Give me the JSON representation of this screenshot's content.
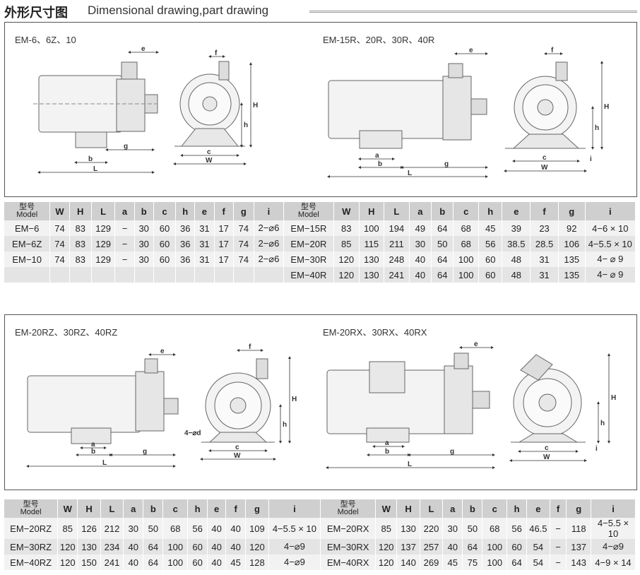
{
  "header": {
    "title_zh": "外形尺寸图",
    "title_en": "Dimensional drawing,part drawing"
  },
  "panels": [
    {
      "label_left": "EM-6、6Z、10",
      "label_right": "EM-15R、20R、30R、40R"
    },
    {
      "label_left": "EM-20RZ、30RZ、40RZ",
      "label_right": "EM-20RX、30RX、40RX"
    }
  ],
  "dim_letters": {
    "e": "e",
    "f": "f",
    "H": "H",
    "h": "h",
    "a": "a",
    "b": "b",
    "g": "g",
    "L": "L",
    "c": "c",
    "W": "W",
    "i": "i",
    "d": "4−⌀d"
  },
  "table_header": {
    "model_zh": "型号",
    "model_en": "Model",
    "cols": [
      "W",
      "H",
      "L",
      "a",
      "b",
      "c",
      "h",
      "e",
      "f",
      "g",
      "i"
    ]
  },
  "table1": {
    "left": [
      [
        "EM−6",
        "74",
        "83",
        "129",
        "−",
        "30",
        "60",
        "36",
        "31",
        "17",
        "74",
        "2−⌀6"
      ],
      [
        "EM−6Z",
        "74",
        "83",
        "129",
        "−",
        "30",
        "60",
        "36",
        "31",
        "17",
        "74",
        "2−⌀6"
      ],
      [
        "EM−10",
        "74",
        "83",
        "129",
        "−",
        "30",
        "60",
        "36",
        "31",
        "17",
        "74",
        "2−⌀6"
      ],
      [
        "",
        "",
        "",
        "",
        "",
        "",
        "",
        "",
        "",
        "",
        "",
        ""
      ]
    ],
    "right": [
      [
        "EM−15R",
        "83",
        "100",
        "194",
        "49",
        "64",
        "68",
        "45",
        "39",
        "23",
        "92",
        "4−6 × 10"
      ],
      [
        "EM−20R",
        "85",
        "115",
        "211",
        "30",
        "50",
        "68",
        "56",
        "38.5",
        "28.5",
        "106",
        "4−5.5 × 10"
      ],
      [
        "EM−30R",
        "120",
        "130",
        "248",
        "40",
        "64",
        "100",
        "60",
        "48",
        "31",
        "135",
        "4− ⌀ 9"
      ],
      [
        "EM−40R",
        "120",
        "130",
        "241",
        "40",
        "64",
        "100",
        "60",
        "48",
        "31",
        "135",
        "4− ⌀ 9"
      ]
    ]
  },
  "table2": {
    "left": [
      [
        "EM−20RZ",
        "85",
        "126",
        "212",
        "30",
        "50",
        "68",
        "56",
        "40",
        "40",
        "109",
        "4−5.5 × 10"
      ],
      [
        "EM−30RZ",
        "120",
        "130",
        "234",
        "40",
        "64",
        "100",
        "60",
        "40",
        "40",
        "120",
        "4−⌀9"
      ],
      [
        "EM−40RZ",
        "120",
        "150",
        "241",
        "40",
        "64",
        "100",
        "60",
        "40",
        "45",
        "128",
        "4−⌀9"
      ]
    ],
    "right": [
      [
        "EM−20RX",
        "85",
        "130",
        "220",
        "30",
        "50",
        "68",
        "56",
        "46.5",
        "−",
        "118",
        "4−5.5 × 10"
      ],
      [
        "EM−30RX",
        "120",
        "137",
        "257",
        "40",
        "64",
        "100",
        "60",
        "54",
        "−",
        "137",
        "4−⌀9"
      ],
      [
        "EM−40RX",
        "120",
        "140",
        "269",
        "45",
        "75",
        "100",
        "64",
        "54",
        "−",
        "143",
        "4−9 × 14"
      ]
    ]
  }
}
